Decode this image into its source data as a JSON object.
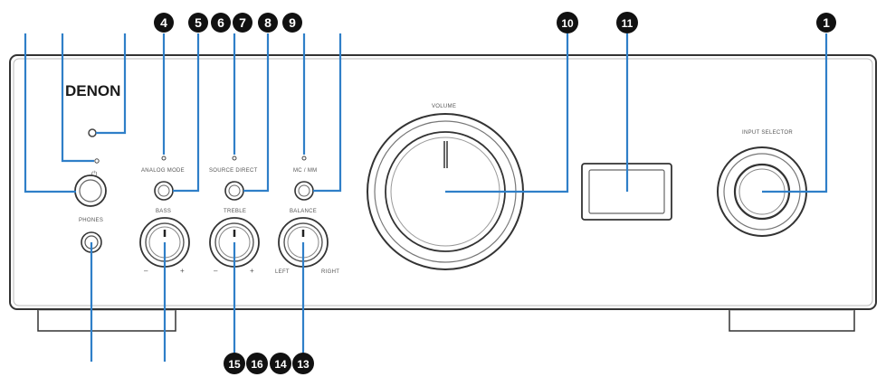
{
  "panel": {
    "brand": "DENON",
    "labels": {
      "analog_mode": "ANALOG MODE",
      "source_direct": "SOURCE DIRECT",
      "mc_mm": "MC / MM",
      "volume": "VOLUME",
      "input_selector": "INPUT SELECTOR",
      "phones": "PHONES",
      "bass": "BASS",
      "treble": "TREBLE",
      "balance": "BALANCE",
      "bass_minus": "–",
      "bass_plus": "+",
      "treble_minus": "–",
      "treble_plus": "+",
      "balance_left": "LEFT",
      "balance_right": "RIGHT",
      "power_symbol": "⏻"
    }
  },
  "callouts": {
    "n4": "4",
    "n5": "5",
    "n6": "6",
    "n7": "7",
    "n8": "8",
    "n9": "9",
    "n10": "10",
    "n11": "11",
    "n1": "1",
    "n15": "15",
    "n16": "16",
    "n14": "14",
    "n13": "13"
  },
  "colors": {
    "leader_line": "#2f7fc8",
    "callout_fill": "#111111",
    "panel_stroke": "#333333"
  }
}
